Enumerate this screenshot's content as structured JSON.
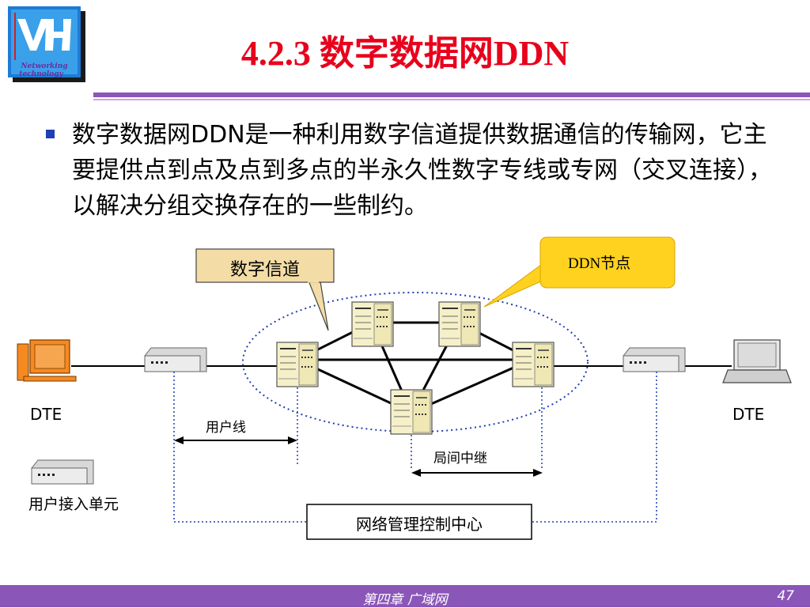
{
  "slide": {
    "logo_text_line1": "Networking",
    "logo_text_line2": "technology",
    "title": "4.2.3 数字数据网DDN",
    "bullet_text": "数字数据网DDN是一种利用数字信道提供数据通信的传输网，它主要提供点到点及点到多点的半永久性数字专线或专网（交叉连接），以解决分组交换存在的一些制约。"
  },
  "diagram": {
    "callout_channel": "数字信道",
    "callout_node": "DDN节点",
    "dte_left": "DTE",
    "dte_right": "DTE",
    "user_line": "用户线",
    "trunk": "局间中继",
    "access_unit": "用户接入单元",
    "nms": "网络管理控制中心"
  },
  "footer": {
    "chapter": "第四章  广域网",
    "page": "47"
  },
  "colors": {
    "title": "#e8001c",
    "accent_purple": "#8a56b8",
    "bullet_blue": "#1f3fb4",
    "ellipse_blue": "#1f3fb4",
    "node_cream": "#f6f0c8",
    "callout_yellow": "#ffd21f",
    "callout_parchment": "#f3dca6",
    "pc_orange": "#f58a20"
  }
}
